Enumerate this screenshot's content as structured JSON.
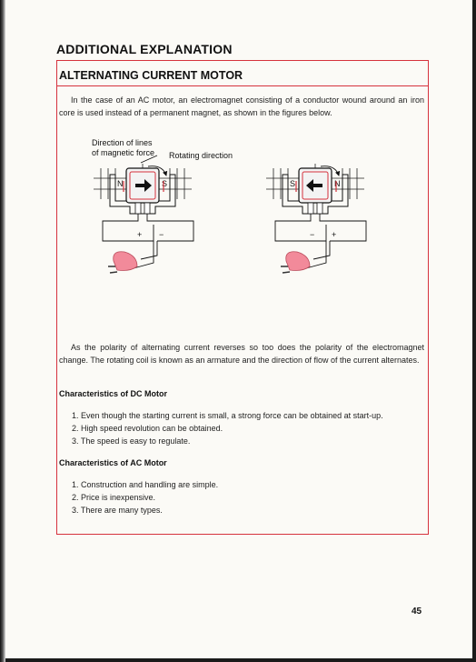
{
  "section_title": "ADDITIONAL EXPLANATION",
  "box": {
    "title": "ALTERNATING CURRENT MOTOR",
    "intro": "In the case of an AC motor, an electromagnet consisting of a conductor wound around an iron core is used instead of a permanent magnet, as shown in the figures below.",
    "figure": {
      "label_lines": "Direction of lines",
      "label_force": "of magnetic force",
      "label_rotating": "Rotating direction",
      "left": {
        "pole_left": "N",
        "pole_right": "S",
        "sign_left": "+",
        "sign_right": "−"
      },
      "right": {
        "pole_left": "S",
        "pole_right": "N",
        "sign_left": "−",
        "sign_right": "+"
      }
    },
    "paragraph2": "As the polarity of alternating current reverses so too does the polarity of the electromagnet change. The rotating coil is known as an armature and the direction of flow of the current alternates.",
    "dc": {
      "heading": "Characteristics of DC Motor",
      "items": [
        "1. Even though the starting current is small, a strong force can be obtained at start-up.",
        "2. High speed revolution can be obtained.",
        "3. The speed is easy to regulate."
      ]
    },
    "ac": {
      "heading": "Characteristics of AC Motor",
      "items": [
        "1. Construction and handling are simple.",
        "2. Price is inexpensive.",
        "3. There are many types."
      ]
    }
  },
  "page_number": "45",
  "colors": {
    "accent": "#d6323d",
    "plug": "#f28a9a"
  }
}
